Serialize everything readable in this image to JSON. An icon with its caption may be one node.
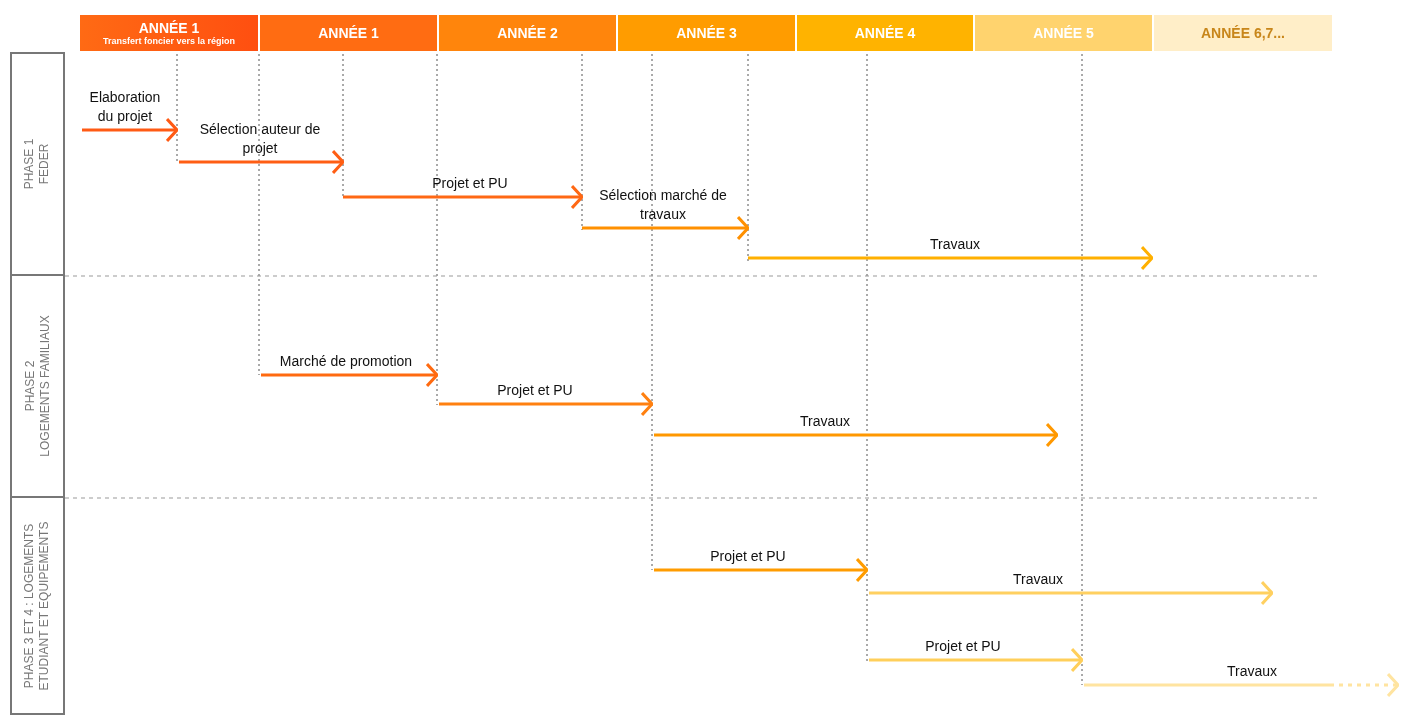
{
  "diagram": {
    "nodes": [
      {
        "text": [
          "ANNÉE 1",
          "Transfert foncier vers la région"
        ]
      },
      {
        "text": [
          "ANNÉE 1"
        ]
      },
      {
        "text": [
          "ANNÉE 2"
        ]
      },
      {
        "text": [
          "ANNÉE 3"
        ]
      },
      {
        "text": [
          "ANNÉE 4"
        ]
      },
      {
        "text": [
          "ANNÉE 5"
        ]
      },
      {
        "text": [
          "ANNÉE 6,7..."
        ]
      },
      {
        "text": [
          "PHASE 1",
          "FEDER"
        ]
      },
      {
        "text": [
          "PHASE 2",
          "LOGEMENTS FAMILIAUX"
        ]
      },
      {
        "text": [
          "PHASE 3 ET 4 : LOGEMENTS",
          "ETUDIANT ET EQUIPEMENTS"
        ]
      }
    ],
    "labels": [
      "Elaboration du projet",
      "Sélection auteur de projet",
      "Projet et PU",
      "Sélection marché de travaux",
      "Travaux",
      "Marché de promotion",
      "Projet et PU",
      "Travaux",
      "Projet et PU",
      "Travaux",
      "Projet et PU",
      "Travaux"
    ]
  }
}
